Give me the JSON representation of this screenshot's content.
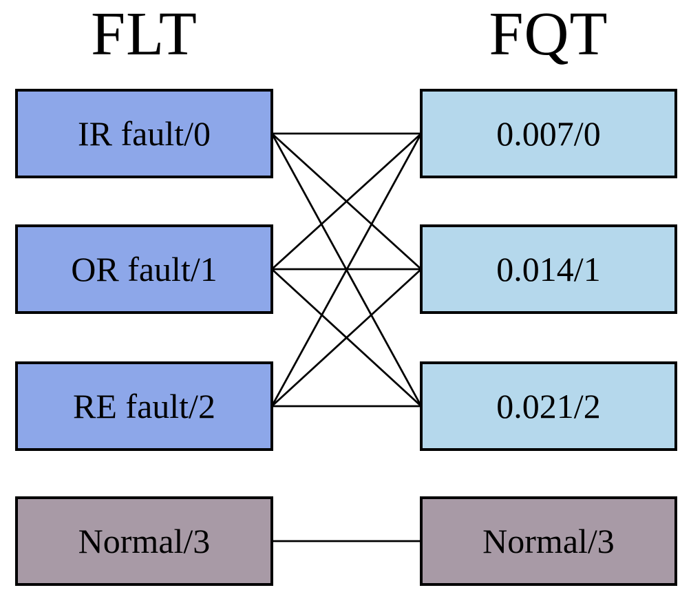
{
  "columns": {
    "left": {
      "header": "FLT",
      "nodes": [
        {
          "label": "IR fault/0",
          "type": "fault"
        },
        {
          "label": "OR fault/1",
          "type": "fault"
        },
        {
          "label": "RE fault/2",
          "type": "fault"
        },
        {
          "label": "Normal/3",
          "type": "normal"
        }
      ]
    },
    "right": {
      "header": "FQT",
      "nodes": [
        {
          "label": "0.007/0",
          "type": "fault"
        },
        {
          "label": "0.014/1",
          "type": "fault"
        },
        {
          "label": "0.021/2",
          "type": "fault"
        },
        {
          "label": "Normal/3",
          "type": "normal"
        }
      ]
    }
  },
  "edges": [
    [
      0,
      0
    ],
    [
      0,
      1
    ],
    [
      0,
      2
    ],
    [
      1,
      0
    ],
    [
      1,
      1
    ],
    [
      1,
      2
    ],
    [
      2,
      0
    ],
    [
      2,
      1
    ],
    [
      2,
      2
    ],
    [
      3,
      3
    ]
  ],
  "colors": {
    "left_fault_fill": "#8da7e9",
    "right_fault_fill": "#b5d8ec",
    "normal_fill": "#a89aa6",
    "border": "#000000",
    "edge_line": "#000000",
    "text": "#000000",
    "background": "#ffffff"
  }
}
